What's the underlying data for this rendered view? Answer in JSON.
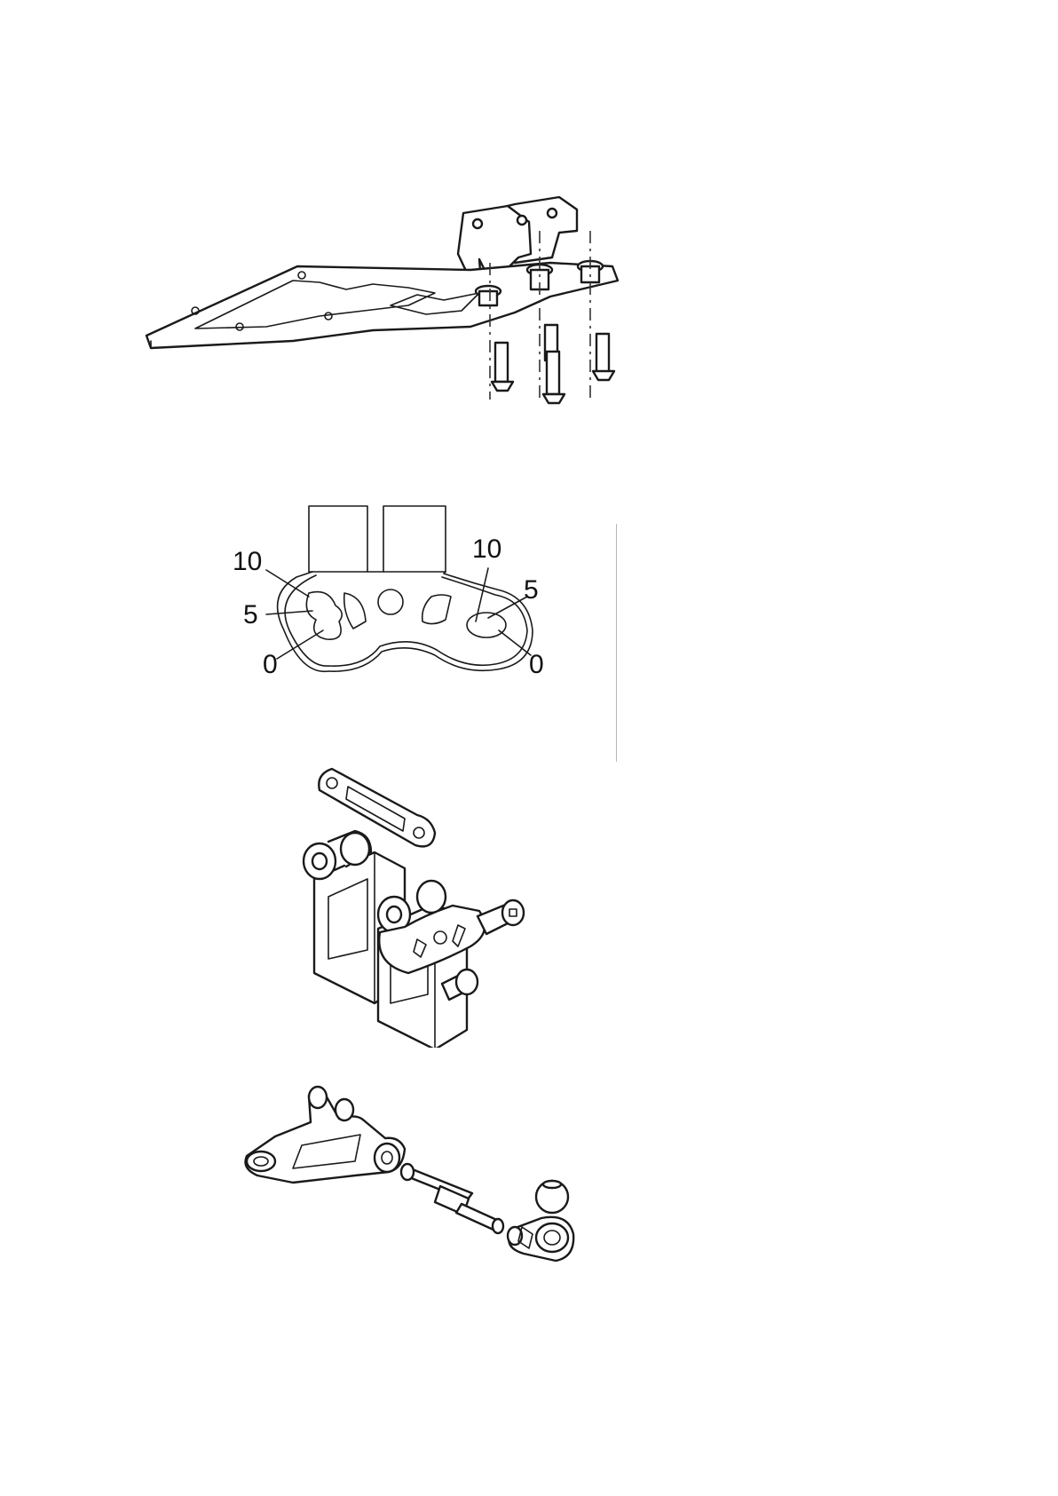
{
  "page": {
    "background": "#ffffff",
    "line_color": "#1a1a1a"
  },
  "figures": [
    {
      "id": "upper-plate-assembly",
      "icon": "chassis-plate-exploded-drawing"
    },
    {
      "id": "camber-link-mount-positions",
      "icon": "suspension-mount-detail-drawing",
      "callouts": {
        "left_top": "10",
        "left_mid": "5",
        "left_bottom": "0",
        "right_top": "10",
        "right_mid": "5",
        "right_bottom": "0"
      }
    },
    {
      "id": "suspension-bulkhead-assembly",
      "icon": "bulkhead-exploded-drawing"
    },
    {
      "id": "suspension-arm-assembly",
      "icon": "suspension-arm-exploded-drawing"
    }
  ]
}
